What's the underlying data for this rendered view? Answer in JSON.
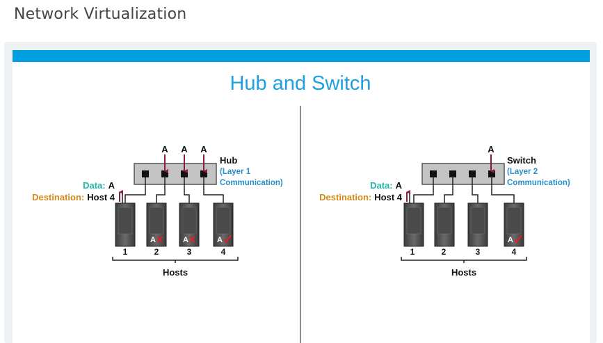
{
  "page": {
    "title": "Network Virtualization"
  },
  "colors": {
    "accent_bar": "#00a0e0",
    "title_blue": "#1da1e0",
    "teal": "#22b5a8",
    "orange": "#d4891a",
    "layer_blue": "#2a8fc4",
    "arrow": "#8c1c3c",
    "x_red": "#e02020"
  },
  "slide": {
    "title": "Hub and Switch",
    "hub_panel": {
      "device_label": "Hub",
      "layer_line1": "(Layer 1",
      "layer_line2": "Communication)",
      "packet_labels": [
        "A",
        "A",
        "A"
      ],
      "data_key": "Data:",
      "data_value": "A",
      "dest_key": "Destination:",
      "dest_value": "Host 4",
      "host_marks": [
        "A",
        "A",
        "A"
      ],
      "host_numbers": [
        "1",
        "2",
        "3",
        "4"
      ],
      "hosts_label": "Hosts"
    },
    "switch_panel": {
      "device_label": "Switch",
      "layer_line1": "(Layer 2",
      "layer_line2": "Communication)",
      "packet_labels": [
        "A"
      ],
      "data_key": "Data:",
      "data_value": "A",
      "dest_key": "Destination:",
      "dest_value": "Host 4",
      "host_marks": [
        "A"
      ],
      "host_numbers": [
        "1",
        "2",
        "3",
        "4"
      ],
      "hosts_label": "Hosts"
    }
  }
}
